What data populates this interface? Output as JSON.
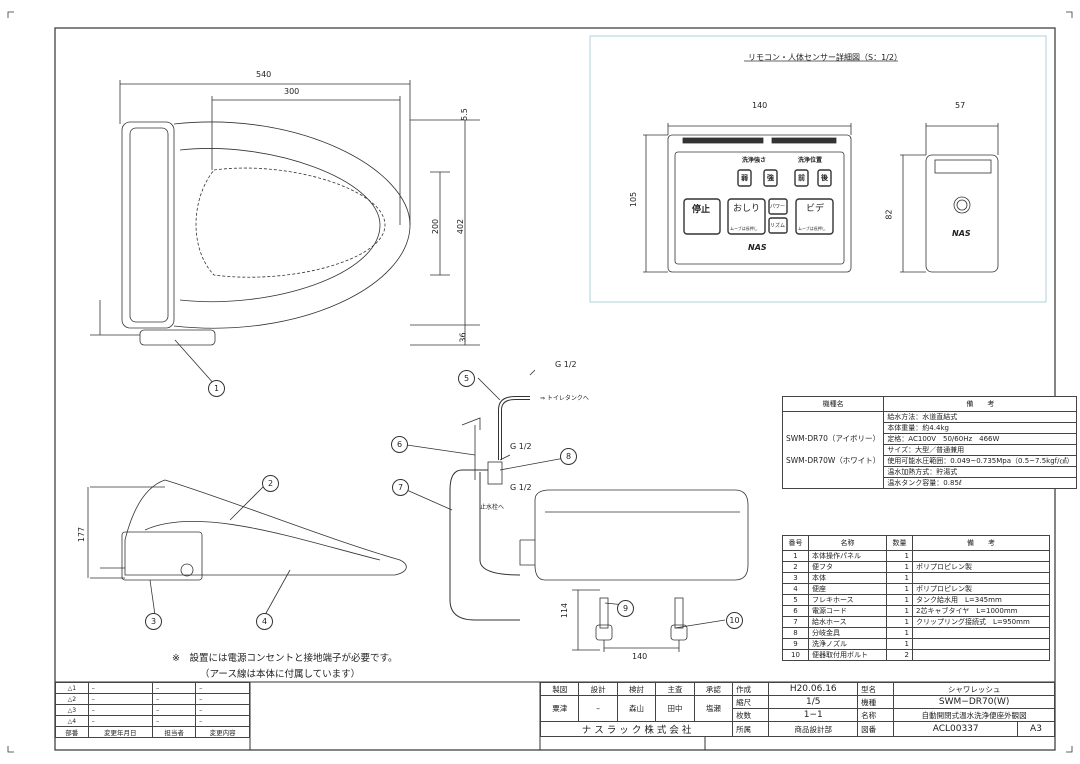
{
  "remote_detail": {
    "title": "リモコン・人体センサー詳細図（S：1/2）",
    "dim_width": "140",
    "dim_height": "105",
    "sensor_width": "57",
    "sensor_height": "82",
    "label_strength": "洗浄強さ",
    "label_position": "洗浄位置",
    "btn_weak": "弱",
    "btn_strong": "強",
    "btn_front": "前",
    "btn_back": "後",
    "btn_stop": "停止",
    "btn_oshiri": "おしり",
    "btn_power": "パワー",
    "btn_rhythm": "リズム",
    "btn_bidet": "ビデ",
    "move_hint": "ムーブは長押し",
    "brand": "NAS"
  },
  "top_view": {
    "dim_540": "540",
    "dim_300": "300",
    "dim_55": "5.5",
    "dim_402": "402",
    "dim_200": "200",
    "dim_36": "36"
  },
  "side_view": {
    "dim_177": "177"
  },
  "rear_view": {
    "dim_114": "114",
    "dim_140": "140",
    "g1": "G 1/2",
    "g2": "G 1/2",
    "g3": "G 1/2",
    "to_tank": "⇒ トイレタンクへ",
    "to_valve": "止水栓へ"
  },
  "balloons": [
    "1",
    "2",
    "3",
    "4",
    "5",
    "6",
    "7",
    "8",
    "9",
    "10"
  ],
  "note": {
    "line1": "※　設置には電源コンセントと接地端子が必要です。",
    "line2": "（アース線は本体に付属しています）"
  },
  "spec_table": {
    "header_model": "機種名",
    "header_remarks": "備　　考",
    "models": [
      "SWM-DR70（アイボリー）",
      "SWM-DR70W（ホワイト）"
    ],
    "rows": [
      "給水方法：水道直結式",
      "本体重量：約4.4kg",
      "定格：AC100V　50/60Hz　466W",
      "サイズ：大型／普通兼用",
      "使用可能水圧範囲：0.049~0.735Mpa（0.5~7.5kgf/㎠）",
      "温水加熱方式：貯湯式",
      "温水タンク容量：0.85ℓ"
    ]
  },
  "parts_table": {
    "headers": [
      "番号",
      "名称",
      "数量",
      "備　　考"
    ],
    "rows": [
      {
        "no": "1",
        "name": "本体操作パネル",
        "qty": "1",
        "note": ""
      },
      {
        "no": "2",
        "name": "便フタ",
        "qty": "1",
        "note": "ポリプロピレン製"
      },
      {
        "no": "3",
        "name": "本体",
        "qty": "1",
        "note": ""
      },
      {
        "no": "4",
        "name": "便座",
        "qty": "1",
        "note": "ポリプロピレン製"
      },
      {
        "no": "5",
        "name": "フレキホース",
        "qty": "1",
        "note": "タンク給水用　L=345mm"
      },
      {
        "no": "6",
        "name": "電源コード",
        "qty": "1",
        "note": "2芯キャブタイヤ　L=1000mm"
      },
      {
        "no": "7",
        "name": "給水ホース",
        "qty": "1",
        "note": "クリップリング接続式　L=950mm"
      },
      {
        "no": "8",
        "name": "分岐金具",
        "qty": "1",
        "note": ""
      },
      {
        "no": "9",
        "name": "洗浄ノズル",
        "qty": "1",
        "note": ""
      },
      {
        "no": "10",
        "name": "便器取付用ボルト",
        "qty": "2",
        "note": ""
      }
    ]
  },
  "revision_block": {
    "rows": [
      {
        "mark": "1",
        "date": "–",
        "person": "–",
        "content": "–"
      },
      {
        "mark": "2",
        "date": "–",
        "person": "–",
        "content": "–"
      },
      {
        "mark": "3",
        "date": "–",
        "person": "–",
        "content": "–"
      },
      {
        "mark": "4",
        "date": "–",
        "person": "–",
        "content": "–"
      }
    ],
    "footer": [
      "部番",
      "変更年月日",
      "担当者",
      "変更内容"
    ]
  },
  "title_block": {
    "roles": [
      "製図",
      "設計",
      "検討",
      "主査",
      "承認"
    ],
    "names": [
      "粟津",
      "–",
      "森山",
      "田中",
      "塩瀬"
    ],
    "company": "ナ ス ラ ッ ク 株 式 会 社",
    "created_label": "作成",
    "created": "H20.06.16",
    "scale_label": "縮尺",
    "scale": "1/5",
    "sheets_label": "枚数",
    "sheets": "1−1",
    "dept_label": "所属",
    "dept": "商品設計部",
    "type_label": "型名",
    "type": "シャワレッシュ",
    "model_label": "機種",
    "model": "SWM−DR70(W)",
    "name_label": "名称",
    "name": "自動開閉式温水洗浄便座外観図",
    "drawing_no_label": "図番",
    "drawing_no": "ACL00337",
    "size": "A3"
  }
}
